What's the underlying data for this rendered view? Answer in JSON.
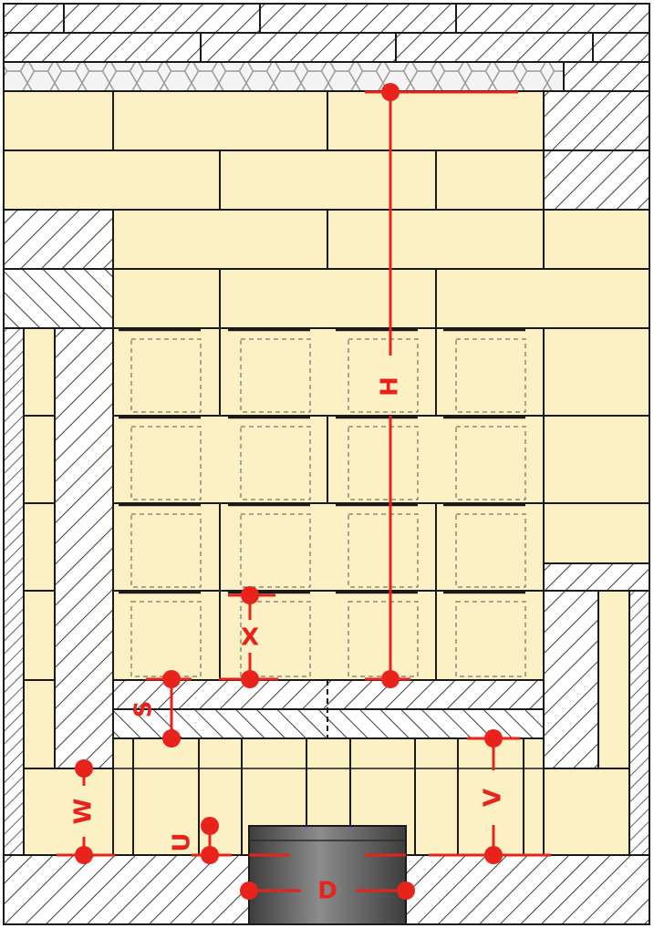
{
  "colors": {
    "brick": "#fcf1c4",
    "outline": "#1a1a1a",
    "hatch": "#3a3a3a",
    "hatch_bg": "#ffffff",
    "dimension": "#e8231c",
    "pipe_dark": "#4a4a4a",
    "pipe_light": "#8c8c8c"
  },
  "dimensions": {
    "H": "H",
    "X": "X",
    "S": "S",
    "W": "W",
    "U": "U",
    "V": "V",
    "D": "D"
  }
}
